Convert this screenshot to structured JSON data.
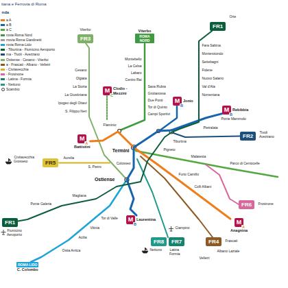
{
  "diagram": {
    "title": "itana e Ferrovia di Roma",
    "nodes": [
      {
        "text": [
          "FR3"
        ]
      },
      {
        "text": [
          "Viterbo",
          "ROMA NORD"
        ]
      },
      {
        "text": [
          "FR1"
        ]
      },
      {
        "text": [
          "M",
          "C",
          "Clodio - Mezzini"
        ]
      },
      {
        "text": [
          "M",
          "B",
          "Jonio"
        ]
      },
      {
        "text": [
          "M",
          "B",
          "Rebibbia"
        ]
      },
      {
        "text": [
          "FR2"
        ]
      },
      {
        "text": [
          "M",
          "A",
          "Battistini"
        ]
      },
      {
        "text": [
          "FR5"
        ]
      },
      {
        "text": [
          "M",
          "A",
          "Anagnina"
        ]
      },
      {
        "text": [
          "FR6"
        ]
      },
      {
        "text": [
          "M",
          "B",
          "Laurentina"
        ]
      },
      {
        "text": [
          "FR8"
        ]
      },
      {
        "text": [
          "FR7"
        ]
      },
      {
        "text": [
          "FR4"
        ]
      },
      {
        "text": [
          "FR1"
        ]
      },
      {
        "text": [
          "ROMA LIDO",
          "C. Colombo"
        ]
      }
    ],
    "edges": [
      {
        "from": 7,
        "to": 9,
        "arrow": "none"
      },
      {
        "from": 5,
        "to": 11,
        "arrow": "none"
      },
      {
        "from": 2,
        "to": 15,
        "arrow": "none"
      }
    ],
    "labels": [
      "nda",
      "Viterbo",
      "Cesano",
      "Olgiata",
      "La Storta",
      "La Giustiniana",
      "Ipogeo degli Ottavi",
      "S. Filippo Neri",
      "Montebello",
      "La Celsa",
      "Labaro",
      "Centro Rai",
      "Saxa Rubra",
      "Grottarossa",
      "Due Ponti",
      "Tor di Quinto",
      "Campi Sportivi",
      "Orte",
      "Fara Sabina",
      "Monterotondo",
      "Settebagni",
      "Fidene",
      "Nuovo Salario",
      "Val d'Ala",
      "Nomentana",
      "Ponte Mammolo",
      "Pietralata",
      "Tiburtina",
      "Tivoli Avezzano",
      "Flaminio",
      "Termini",
      "Colosseo",
      "Ostiense",
      "Pigneto",
      "Malatesta",
      "Parco di Centocelle",
      "Furio Camillo",
      "Colli Albani",
      "Aurelia",
      "S. Pietro",
      "Civitavecchia Grosseto",
      "Magliana",
      "Ponte Galeria",
      "Fiumicino Aeroporto",
      "Tor di Valle",
      "Vitinia",
      "Acilia",
      "Ostia Antica",
      "Ciampino",
      "Nettuno",
      "Latina Formia",
      "Frascati",
      "Albano Laziale",
      "Velletri",
      "Frosinone"
    ],
    "legend": [
      {
        "text": "a A",
        "color": "#ef7d1a"
      },
      {
        "text": "a B",
        "color": "#1664ad"
      },
      {
        "text": "a C",
        "color": "#54a83f"
      },
      {
        "text": "rovia Roma Nord",
        "color": "#3f9b3f"
      },
      {
        "text": "rrovia Roma Giardinetti",
        "color": "#9b9b9b"
      },
      {
        "text": "rovia Roma-Lido",
        "color": "#1ea3d8"
      },
      {
        "text": "- Tiburtina - Fiumicino Aeroporto",
        "color": "#0b5e3b"
      },
      {
        "text": "ma - Tivoli - Avezzano",
        "color": "#1d4f7c"
      },
      {
        "text": "Ostiense - Cesano - Viterbo",
        "color": "#7fb069"
      },
      {
        "text": "a - Frascati - Albano - Velletri",
        "color": "#8d5a24"
      },
      {
        "text": "- Civitavecchia",
        "color": "#d6b21f"
      },
      {
        "text": "- Frosinone",
        "color": "#d9689a"
      },
      {
        "text": "- Latina - Formia",
        "color": "#15836f"
      },
      {
        "text": "- Nettuno",
        "color": "#1f9a8a"
      },
      {
        "text": "Scambio"
      }
    ]
  }
}
